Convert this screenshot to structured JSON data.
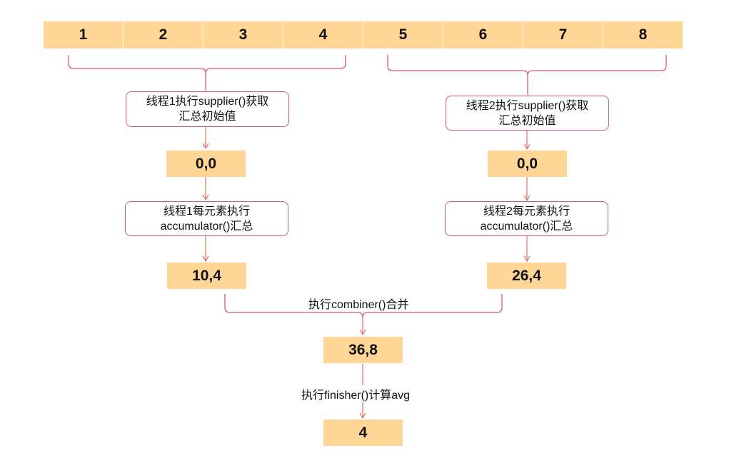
{
  "elements": [
    "1",
    "2",
    "3",
    "4",
    "5",
    "6",
    "7",
    "8"
  ],
  "thread1": {
    "supplier_line1": "线程1执行supplier()获取",
    "supplier_line2": "汇总初始值",
    "init_value": "0,0",
    "accumulator_line1": "线程1每元素执行",
    "accumulator_line2": "accumulator()汇总",
    "partial_result": "10,4"
  },
  "thread2": {
    "supplier_line1": "线程2执行supplier()获取",
    "supplier_line2": "汇总初始值",
    "init_value": "0,0",
    "accumulator_line1": "线程2每元素执行",
    "accumulator_line2": "accumulator()汇总",
    "partial_result": "26,4"
  },
  "combiner_label": "执行combiner()合并",
  "combined_result": "36,8",
  "finisher_label": "执行finisher()计算avg",
  "final_result": "4",
  "colors": {
    "value_box": "#ffd696",
    "step_border": "#d25a6e",
    "connector": "#e07a6a",
    "brace": "#d25a6e"
  }
}
